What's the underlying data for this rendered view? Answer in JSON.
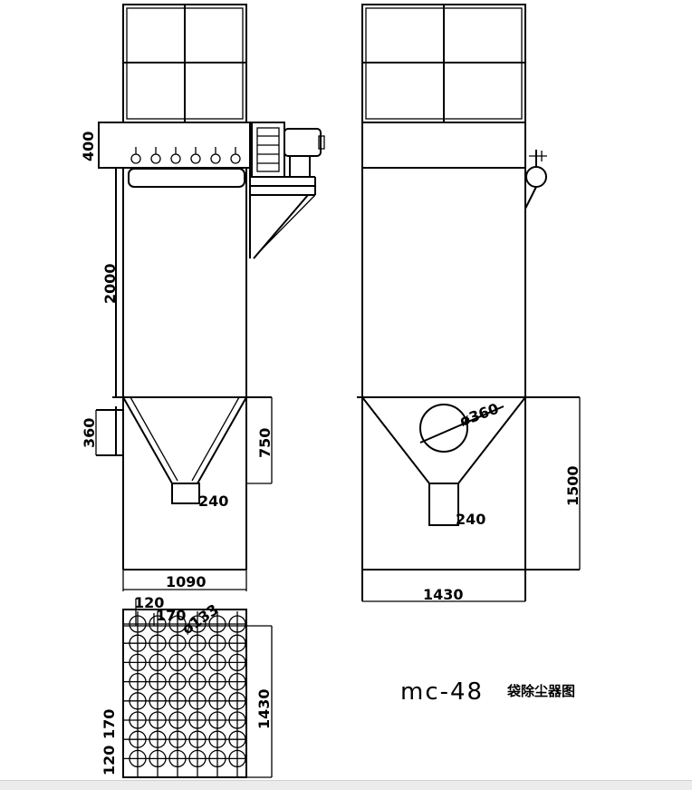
{
  "dimensions": {
    "front_inlet_height": "400",
    "front_body_height": "2000",
    "front_side_inlet": "360",
    "front_hopper_height": "750",
    "front_outlet": "240",
    "front_width": "1090",
    "side_inlet_diameter": "ø360",
    "side_total_height": "1500",
    "side_outlet": "240",
    "side_width": "1430",
    "plan_edge_offset": "120",
    "plan_pitch": "170",
    "plan_bag_diameter": "ø133",
    "plan_depth": "1430",
    "plan_pitch_vertical": "170",
    "plan_edge_offset_vertical": "120"
  },
  "title": {
    "model": "mc-48",
    "name": "袋除尘器图"
  },
  "colors": {
    "line": "#000000",
    "background": "#ffffff"
  }
}
